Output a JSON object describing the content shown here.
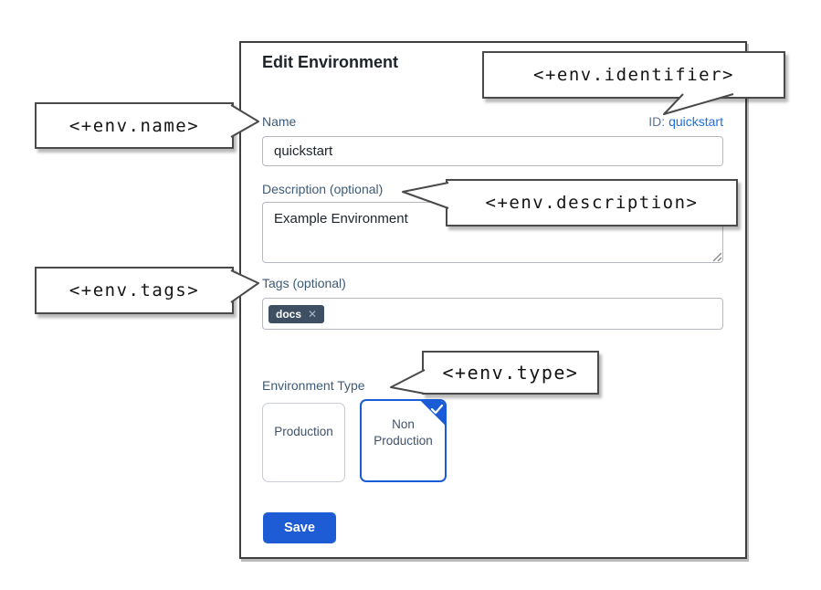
{
  "panel": {
    "title": "Edit Environment",
    "name_field": {
      "label": "Name",
      "value": "quickstart"
    },
    "identifier": {
      "label": "ID:",
      "value": "quickstart"
    },
    "description_field": {
      "label": "Description (optional)",
      "value": "Example Environment"
    },
    "tags_field": {
      "label": "Tags (optional)",
      "tags": [
        {
          "label": "docs",
          "remove_icon": "✕"
        }
      ]
    },
    "environment_type": {
      "label": "Environment Type",
      "options": [
        {
          "label": "Production",
          "selected": false
        },
        {
          "label": "Non Production",
          "selected": true
        }
      ]
    },
    "save_label": "Save"
  },
  "callouts": {
    "identifier": {
      "text": "<+env.identifier>"
    },
    "name": {
      "text": "<+env.name>"
    },
    "description": {
      "text": "<+env.description>"
    },
    "tags": {
      "text": "<+env.tags>"
    },
    "type": {
      "text": "<+env.type>"
    }
  },
  "colors": {
    "accent_blue": "#1a5cd8",
    "save_button_blue": "#1d5cd5",
    "link_blue": "#1e6fe2",
    "tag_chip_bg": "#3e4e63",
    "label_blue_gray": "#3d5a77",
    "panel_border": "#3f3f3f",
    "callout_border": "#4a4a4a"
  }
}
